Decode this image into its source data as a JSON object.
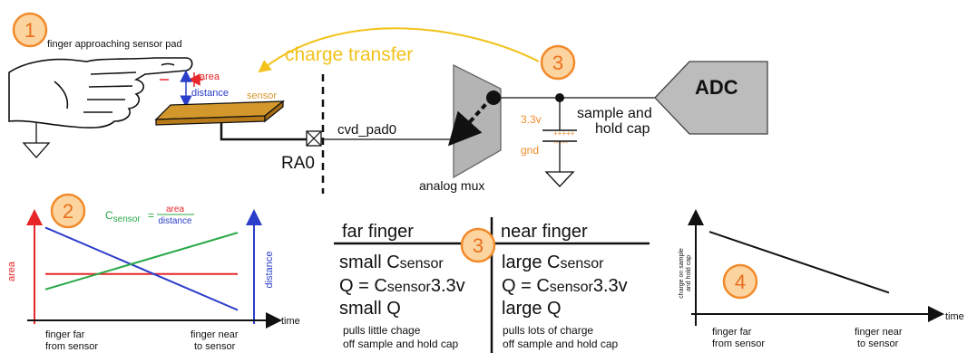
{
  "badges": {
    "b1": "1",
    "b2": "2",
    "b3a": "3",
    "b3b": "3",
    "b4": "4"
  },
  "top_diagram": {
    "finger_caption": "finger approaching sensor pad",
    "area_label": "area",
    "distance_label": "distance",
    "sensor_label": "sensor",
    "pin_label": "RA0",
    "net_label": "cvd_pad0",
    "mux_label": "analog mux",
    "charge_transfer": "charge transfer",
    "adc_label": "ADC",
    "sample_hold_line1": "sample and",
    "sample_hold_line2": "hold cap",
    "v33_label": "3.3v",
    "gnd_label": "gnd"
  },
  "colors": {
    "orange": "#f28a2a",
    "yellow": "#f2c21b",
    "red": "#e8262a",
    "blue": "#2b3ec9",
    "green": "#27a845",
    "sensor_fill": "#d4972b",
    "mux_fill": "#b4b4b4",
    "adc_fill": "#bcbcbc"
  },
  "chart2": {
    "formula_c": "C",
    "formula_sub": "sensor",
    "formula_eq": "=",
    "formula_num": "area",
    "formula_den": "distance",
    "y_left_label": "area",
    "y_right_label": "distance",
    "x_label": "time",
    "x_left_tick_line1": "finger far",
    "x_left_tick_line2": "from sensor",
    "x_right_tick_line1": "finger near",
    "x_right_tick_line2": "to sensor"
  },
  "chart_data": [
    {
      "type": "line",
      "x": [
        0,
        1
      ],
      "series": [
        {
          "values": [
            0.45,
            0.45
          ],
          "color": "#e8262a"
        },
        {
          "values": [
            0.9,
            0.1
          ],
          "color": "#2b3ec9"
        },
        {
          "values": [
            0.3,
            0.85
          ],
          "color": "#27a845"
        }
      ],
      "ylabel_left": "area",
      "ylabel_right": "distance",
      "xlabel": "time",
      "ylim": [
        0,
        1
      ]
    },
    {
      "type": "line",
      "x": [
        0,
        1
      ],
      "series": [
        {
          "values": [
            0.85,
            0.22
          ],
          "color": "#111111"
        }
      ],
      "ylabel": "charge on sample and hold cap",
      "xlabel": "time",
      "ylim": [
        0,
        1
      ]
    }
  ],
  "table": {
    "col_far": "far finger",
    "col_near": "near finger",
    "far_rows": [
      {
        "text": "small C",
        "sub": "sensor"
      },
      {
        "text": "Q = C",
        "sub": "sensor",
        "tail": "3.3v"
      },
      {
        "text": "small Q"
      }
    ],
    "near_rows": [
      {
        "text": "large C",
        "sub": "sensor"
      },
      {
        "text": "Q = C",
        "sub": "sensor",
        "tail": "3.3v"
      },
      {
        "text": "large Q"
      }
    ],
    "far_note_line1": "pulls little chage",
    "far_note_line2": "off sample and hold cap",
    "near_note_line1": "pulls lots of charge",
    "near_note_line2": "off sample and hold cap"
  },
  "chart4": {
    "ylabel_line1": "charge on sample",
    "ylabel_line2": "and hold cap",
    "x_label": "time",
    "x_left_tick_line1": "finger far",
    "x_left_tick_line2": "from sensor",
    "x_right_tick_line1": "finger near",
    "x_right_tick_line2": "to sensor"
  }
}
